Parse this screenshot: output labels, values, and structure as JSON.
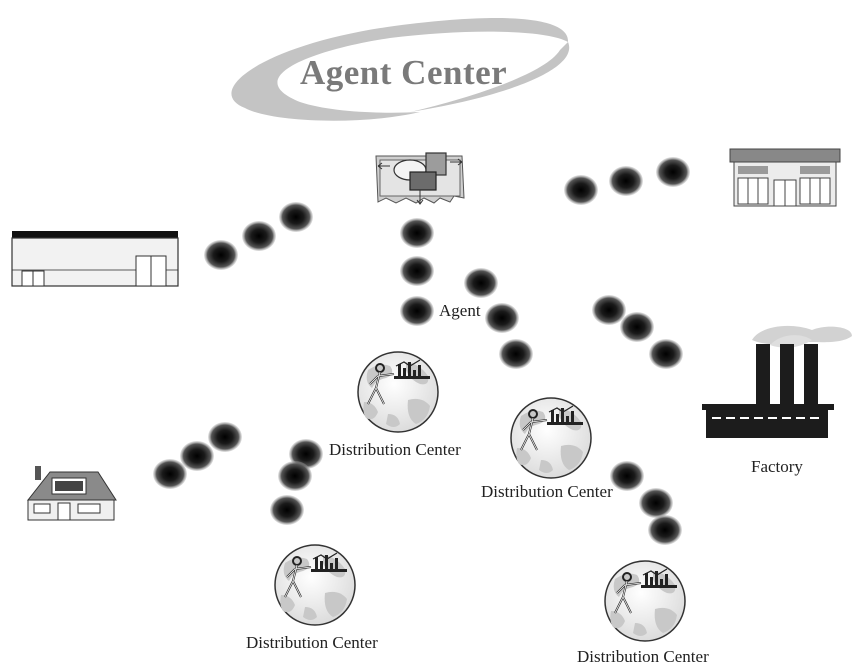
{
  "title": "Agent Center",
  "labels": {
    "agent": "Agent",
    "factory": "Factory",
    "dc1": "Distribution Center",
    "dc2": "Distribution Center",
    "dc3": "Distribution Center",
    "dc4": "Distribution Center"
  },
  "colors": {
    "title_swoosh": "#c4c4c4",
    "title_text": "#7a7a7a",
    "agent_dot": "#111111",
    "factory_fill": "#1c1c1c",
    "smoke": "#d2d2d2"
  },
  "icons": [
    "agent-center-system-icon",
    "warehouse-icon",
    "retail-store-icon",
    "factory-icon",
    "house-icon",
    "distribution-center-globe-icon"
  ]
}
